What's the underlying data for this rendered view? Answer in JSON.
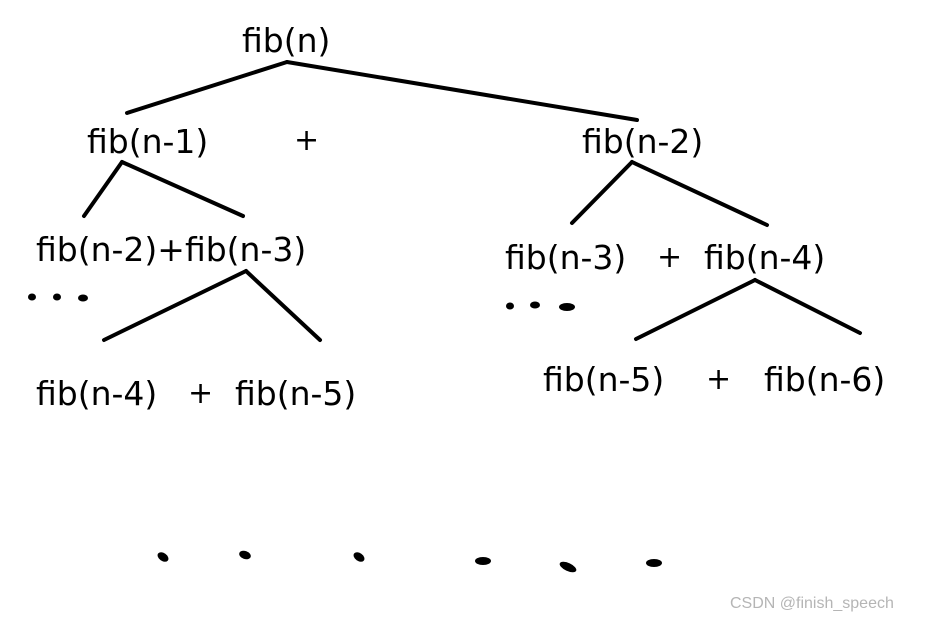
{
  "nodes": {
    "root": "fib(n)",
    "l1_left": "fib(n-1)",
    "l1_plus": "+",
    "l1_right": "fib(n-2)",
    "l2_left": "fib(n-2)+fib(n-3)",
    "l2_right_a": "fib(n-3)",
    "l2_right_plus": "+",
    "l2_right_b": "fib(n-4)",
    "l3_left_a": "fib(n-4)",
    "l3_left_plus": "+",
    "l3_left_b": "fib(n-5)",
    "l3_right_a": "fib(n-5)",
    "l3_right_plus": "+",
    "l3_right_b": "fib(n-6)"
  },
  "watermark": "CSDN @finish_speech"
}
